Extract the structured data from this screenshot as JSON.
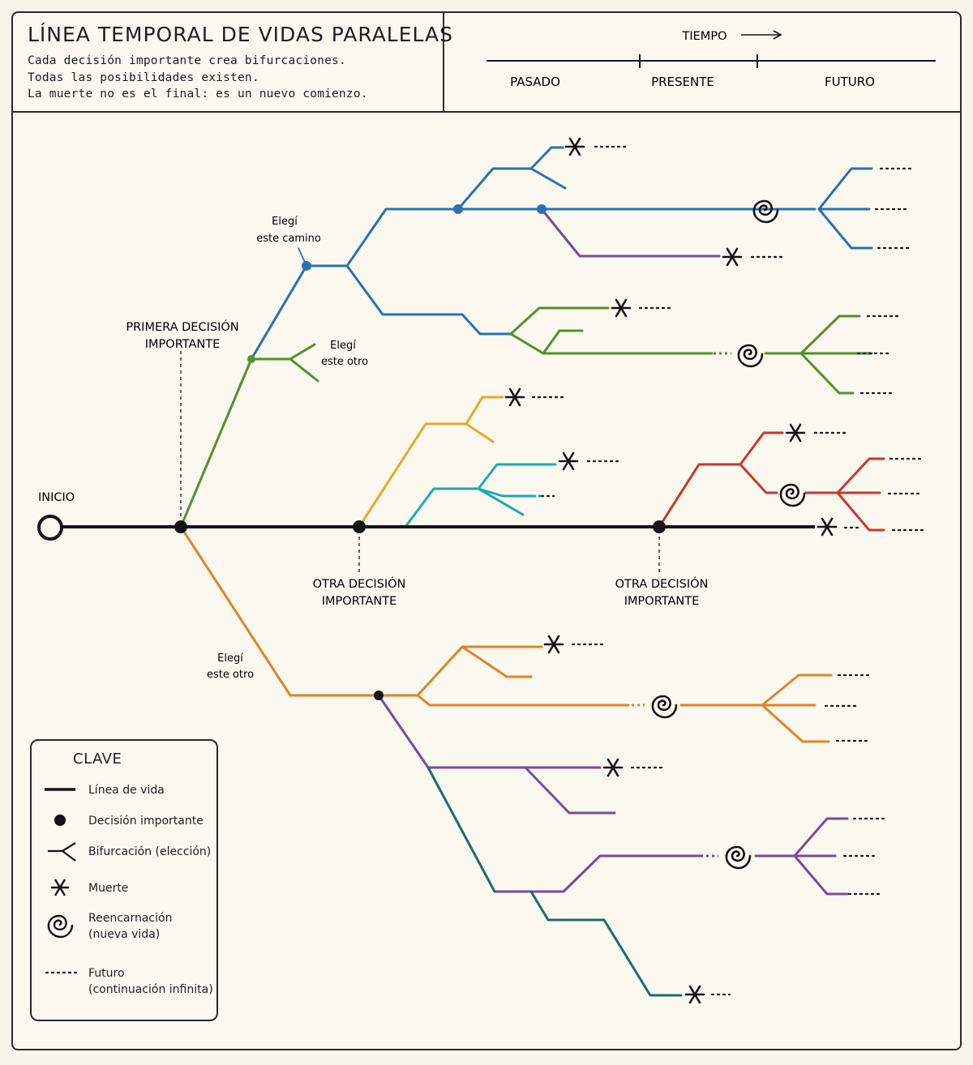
{
  "header": {
    "title": "LÍNEA TEMPORAL DE VIDAS PARALELAS",
    "lines": [
      "Cada decisión importante crea bifurcaciones.",
      "Todas las posibilidades existen.",
      "La muerte no es el final: es un nuevo comienzo."
    ]
  },
  "time_axis": {
    "label": "TIEMPO",
    "past": "PASADO",
    "present": "PRESENTE",
    "future": "FUTURO"
  },
  "labels": {
    "start": "INICIO",
    "first_decision_1": "PRIMERA DECISIÓN",
    "first_decision_2": "IMPORTANTE",
    "other_decision_a_1": "OTRA DECISIÓN",
    "other_decision_a_2": "IMPORTANTE",
    "other_decision_b_1": "OTRA DECISIÓN",
    "other_decision_b_2": "IMPORTANTE",
    "chose_this_path_1": "Elegí",
    "chose_this_path_2": "este camino",
    "chose_other_1": "Elegí",
    "chose_other_2": "este otro",
    "chose_other_low_1": "Elegí",
    "chose_other_low_2": "este otro"
  },
  "legend": {
    "title": "CLAVE",
    "items": {
      "life_line": "Línea de vida",
      "decision": "Decisión importante",
      "fork": "Bifurcación (elección)",
      "death": "Muerte",
      "reincarnation_1": "Reencarnación",
      "reincarnation_2": "(nueva vida)",
      "future_1": "Futuro",
      "future_2": "(continuación infinita)"
    }
  },
  "colors": {
    "main": "#141414",
    "blue": "#2a70b5",
    "green": "#52912e",
    "orange": "#e0832a",
    "yellow": "#e2aa2a",
    "teal": "#1fa9b0",
    "red": "#c8362e",
    "purple": "#7a4a9c",
    "darkteal": "#1f6b6a"
  }
}
